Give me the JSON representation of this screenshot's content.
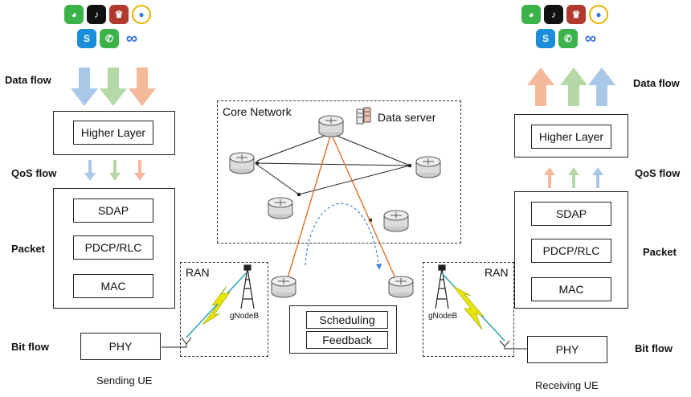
{
  "left": {
    "data_flow": "Data flow",
    "qos_flow": "QoS flow",
    "packet": "Packet",
    "bit_flow": "Bit flow",
    "higher_layer": "Higher Layer",
    "sdap": "SDAP",
    "pdcp_rlc": "PDCP/RLC",
    "mac": "MAC",
    "phy": "PHY",
    "caption": "Sending UE"
  },
  "right": {
    "data_flow": "Data flow",
    "qos_flow": "QoS flow",
    "packet": "Packet",
    "bit_flow": "Bit flow",
    "higher_layer": "Higher Layer",
    "sdap": "SDAP",
    "pdcp_rlc": "PDCP/RLC",
    "mac": "MAC",
    "phy": "PHY",
    "caption": "Receiving UE"
  },
  "core": {
    "title": "Core Network",
    "data_server": "Data server"
  },
  "ran_left": {
    "title": "RAN",
    "gnodeb": "gNodeB"
  },
  "ran_right": {
    "title": "RAN",
    "gnodeb": "gNodeB"
  },
  "control": {
    "scheduling": "Scheduling",
    "feedback": "Feedback"
  },
  "apps": [
    "wechat-icon",
    "tiktok-icon",
    "game-icon",
    "chrome-icon",
    "skype-icon",
    "phone-icon",
    "baidu-icon"
  ],
  "colors": {
    "flow_blue": "#a9c8e8",
    "flow_green": "#b5d9a6",
    "flow_orange": "#f4b99a",
    "core_link_orange": "#e07028",
    "feedback_dashed": "#3b82d6",
    "wireless_yellow": "#e6e600",
    "wireless_teal": "#26a6b0"
  }
}
